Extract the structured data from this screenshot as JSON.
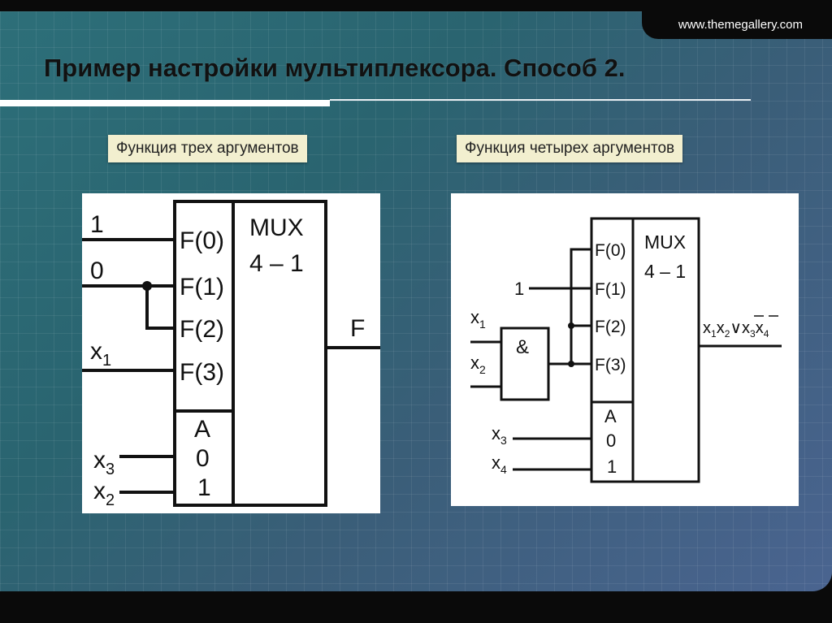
{
  "header": {
    "site": "www.themegallery.com"
  },
  "slide": {
    "title": "Пример настройки мультиплексора. Способ 2."
  },
  "labels": {
    "left": "Функция трех аргументов",
    "right": "Функция четырех аргументов"
  },
  "diagram_left": {
    "inputs": {
      "one": "1",
      "zero": "0",
      "x1": "x",
      "x1_sub": "1",
      "x3": "x",
      "x3_sub": "3",
      "x2": "x",
      "x2_sub": "2"
    },
    "pins": [
      "F(0)",
      "F(1)",
      "F(2)",
      "F(3)"
    ],
    "mux": [
      "MUX",
      "4 – 1"
    ],
    "address": [
      "A",
      "0",
      "1"
    ],
    "output": "F"
  },
  "diagram_right": {
    "inputs": {
      "one": "1",
      "x1": "x",
      "x1_sub": "1",
      "x2": "x",
      "x2_sub": "2",
      "x3": "x",
      "x3_sub": "3",
      "x4": "x",
      "x4_sub": "4"
    },
    "and_gate": "&",
    "pins": [
      "F(0)",
      "F(1)",
      "F(2)",
      "F(3)"
    ],
    "mux": [
      "MUX",
      "4 – 1"
    ],
    "address": [
      "A",
      "0",
      "1"
    ],
    "output": {
      "t1": "x",
      "s1": "1",
      "t2": "x",
      "s2": "2",
      "op": "∨",
      "t3": "x",
      "s3": "3",
      "t4": "x",
      "s4": "4"
    }
  }
}
